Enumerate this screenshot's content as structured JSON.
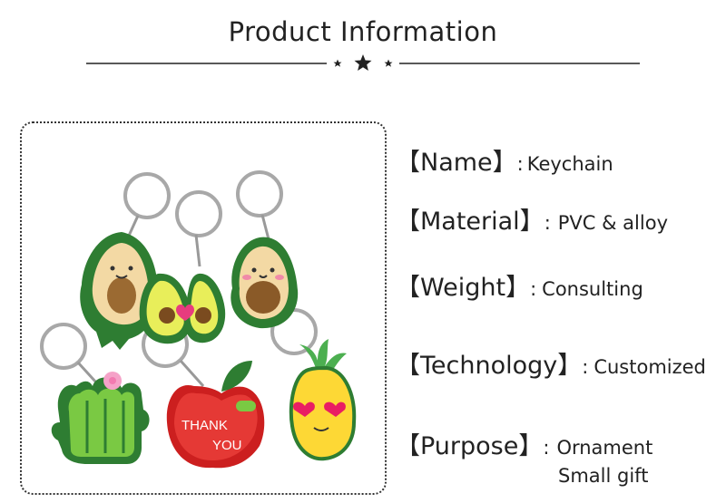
{
  "header": {
    "title": "Product Information"
  },
  "specs": [
    {
      "label": "【Name】",
      "value": "Keychain"
    },
    {
      "label": "【Material】",
      "value": "PVC & alloy"
    },
    {
      "label": "【Weight】",
      "value": "Consulting"
    },
    {
      "label": "【Technology】",
      "value": "Customized"
    },
    {
      "label": "【Purpose】",
      "value": "Ornament"
    }
  ],
  "spec_separator": ":",
  "purpose_extra": "Small gift",
  "image": {
    "apple_text_line1": "THANK",
    "apple_text_line2": "YOU"
  },
  "icons": [
    "star-icon"
  ]
}
